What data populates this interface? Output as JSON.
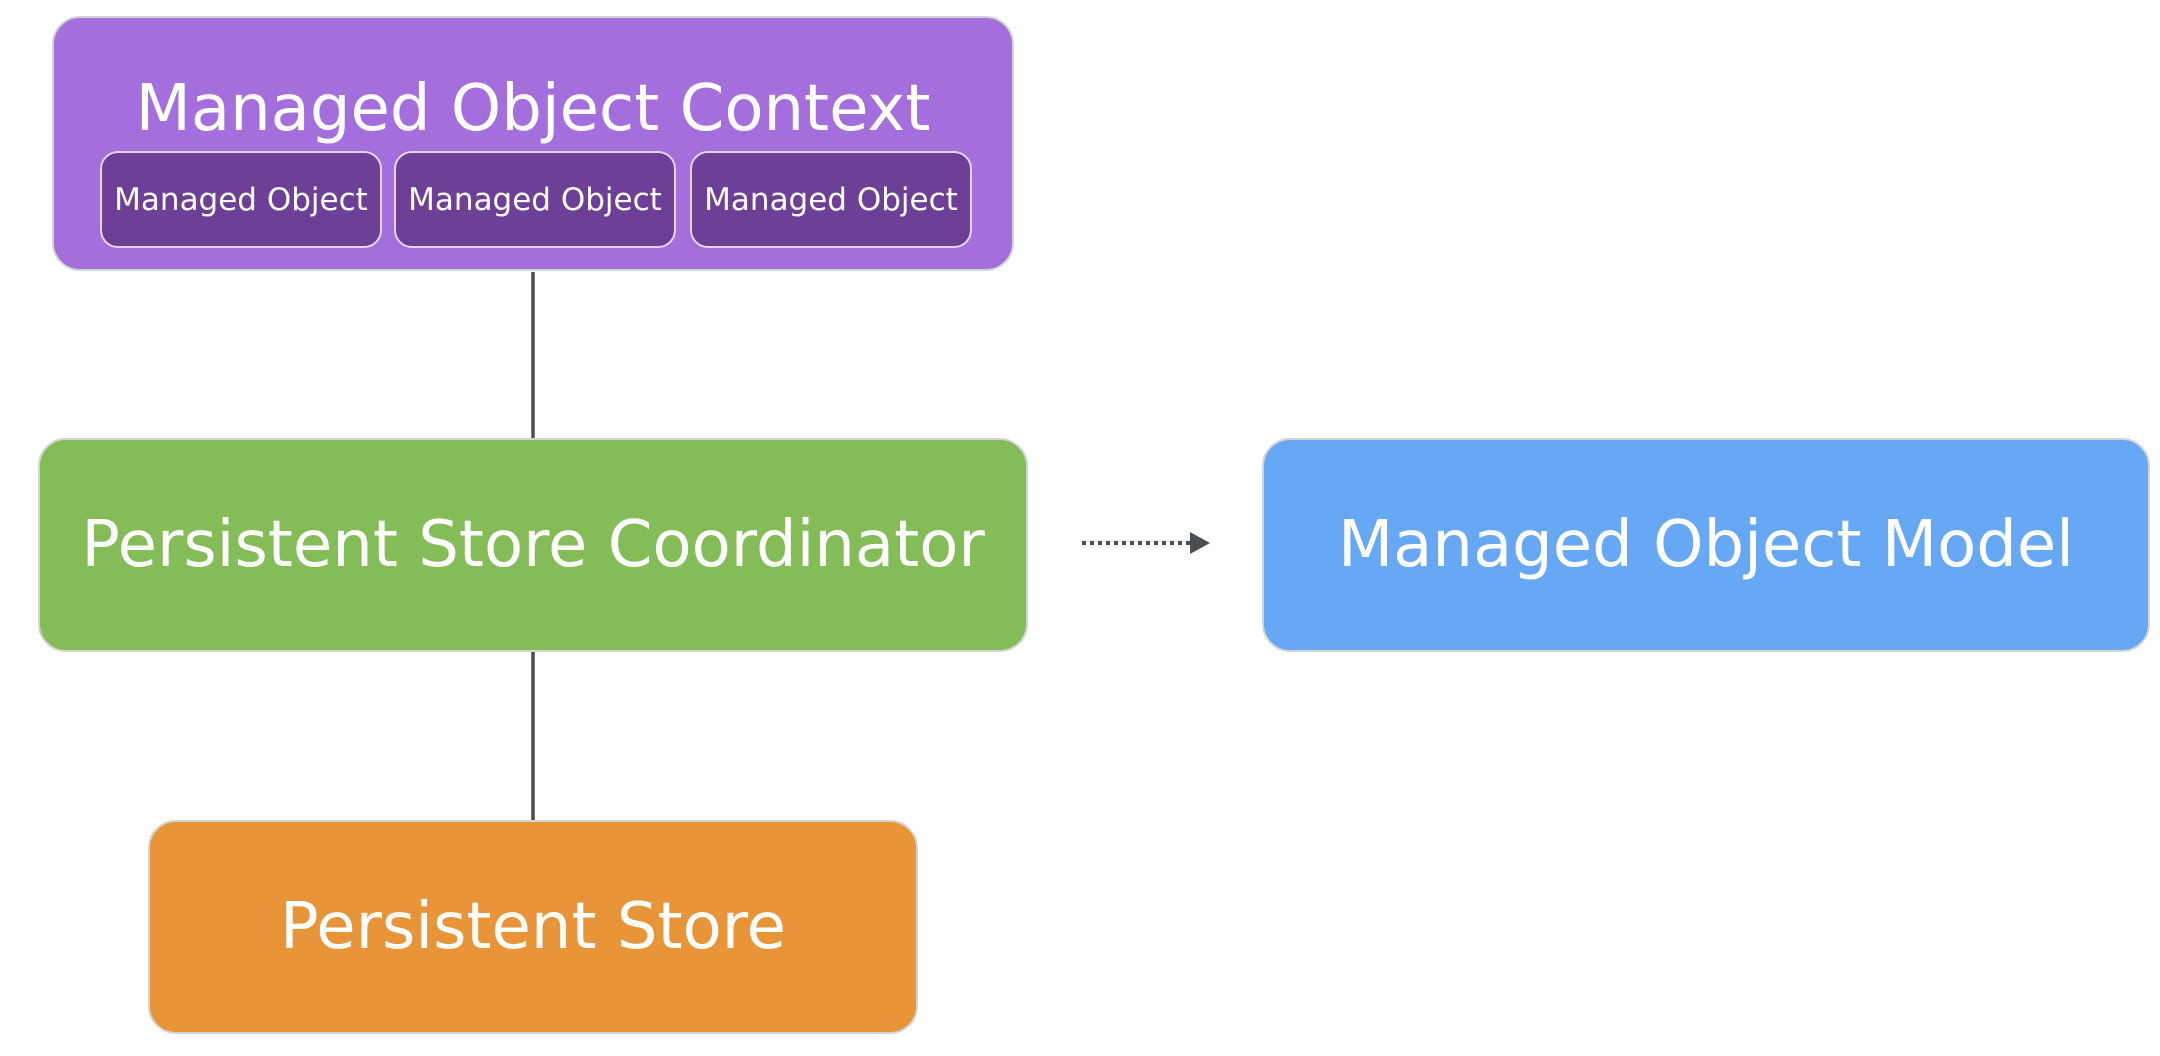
{
  "colors": {
    "context": "#a46fdc",
    "object": "#6e3f96",
    "coordinator": "#84bc57",
    "model": "#67a8f4",
    "store": "#e8953a",
    "connector": "#4a4d52"
  },
  "nodes": {
    "context": {
      "label": "Managed Object Context",
      "objects": [
        "Managed Object",
        "Managed Object",
        "Managed Object"
      ]
    },
    "coordinator": {
      "label": "Persistent Store Coordinator"
    },
    "model": {
      "label": "Managed Object Model"
    },
    "store": {
      "label": "Persistent Store"
    }
  }
}
